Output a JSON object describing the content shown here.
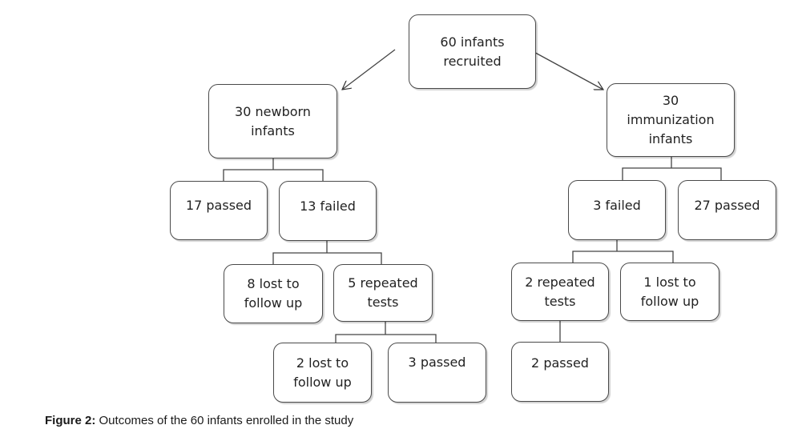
{
  "diagram": {
    "nodes": {
      "root": "60 infants\nrecruited",
      "newborn": "30 newborn\ninfants",
      "immunization": "30\nimmunization\ninfants",
      "newborn_passed": "17 passed",
      "newborn_failed": "13 failed",
      "newborn_lost": "8 lost to\nfollow up",
      "newborn_repeated": "5 repeated\ntests",
      "newborn_repeat_lost": "2 lost to\nfollow up",
      "newborn_repeat_passed": "3 passed",
      "immunization_failed": "3 failed",
      "immunization_passed": "27 passed",
      "immunization_repeated": "2 repeated\ntests",
      "immunization_lost": "1 lost to\nfollow up",
      "immunization_repeat_passed": "2 passed"
    }
  },
  "caption": {
    "label": "Figure 2:",
    "text": " Outcomes of the 60 infants enrolled in the study"
  }
}
